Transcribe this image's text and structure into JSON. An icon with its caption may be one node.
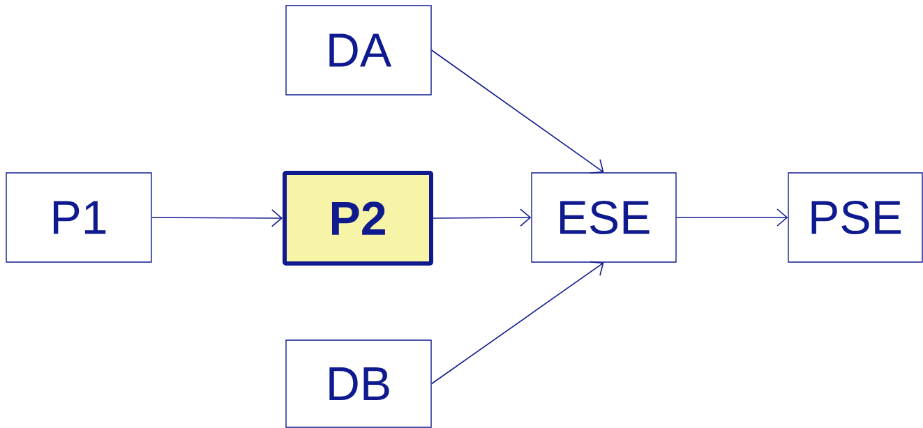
{
  "diagram": {
    "nodes": [
      {
        "text": [
          "DA"
        ]
      },
      {
        "text": [
          "P1"
        ]
      },
      {
        "text": [
          "P2"
        ]
      },
      {
        "text": [
          "ESE"
        ]
      },
      {
        "text": [
          "PSE"
        ]
      },
      {
        "text": [
          "DB"
        ]
      }
    ],
    "edges": [
      {
        "from": 1,
        "to": 2,
        "arrow": "to"
      },
      {
        "from": 2,
        "to": 3,
        "arrow": "to"
      },
      {
        "from": 0,
        "to": 3,
        "arrow": "to"
      },
      {
        "from": 5,
        "to": 3,
        "arrow": "to"
      },
      {
        "from": 3,
        "to": 4,
        "arrow": "to"
      }
    ]
  }
}
